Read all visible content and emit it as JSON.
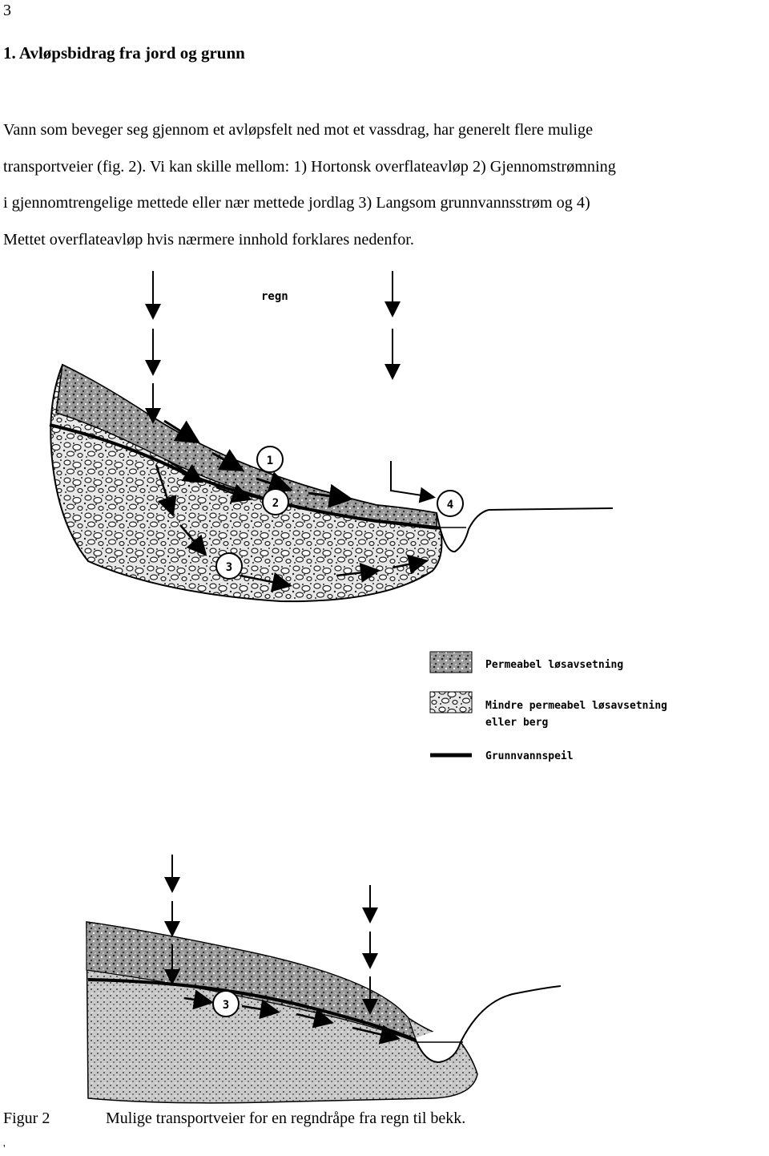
{
  "page_number": "3",
  "heading": "1. Avløpsbidrag fra jord og grunn",
  "paragraph_lines": [
    "Vann som beveger seg gjennom et avløpsfelt ned mot et vassdrag, har generelt flere mulige",
    "transportveier (fig. 2). Vi kan skille mellom: 1) Hortonsk overflateavløp 2) Gjennomstrømning",
    "i gjennomtrengelige mettede eller nær mettede jordlag 3) Langsom grunnvannsstrøm og 4)",
    "Mettet overflateavløp hvis nærmere innhold forklares nedenfor."
  ],
  "figure": {
    "rain_label": "regn",
    "markers_top": [
      "1",
      "2",
      "3",
      "4"
    ],
    "marker_bottom": "3",
    "legend": {
      "permeable": "Permeabel løsavsetning",
      "less_permeable_line1": "Mindre permeabel løsavsetning",
      "less_permeable_line2": "eller berg",
      "groundwater": "Grunnvannspeil"
    }
  },
  "caption": {
    "label": "Figur 2",
    "text": "Mulige transportveier for en regndråpe fra regn til bekk."
  },
  "footer_mark": "'"
}
